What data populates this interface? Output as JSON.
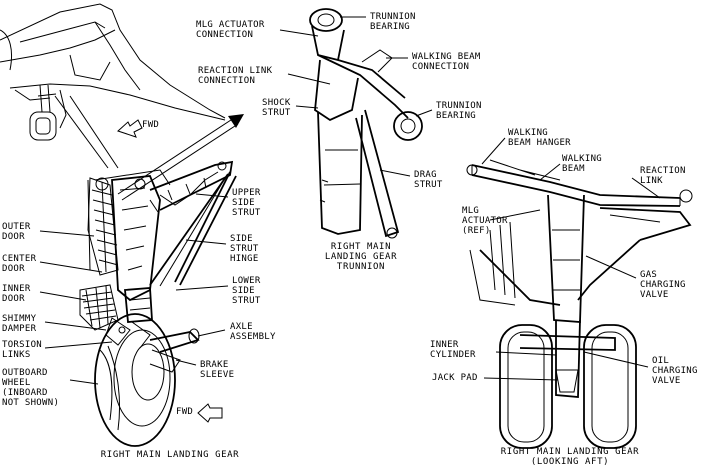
{
  "labels": {
    "mlg_actuator_connection": "MLG ACTUATOR\nCONNECTION",
    "trunnion_bearing_top": "TRUNNION\nBEARING",
    "walking_beam_connection": "WALKING BEAM\nCONNECTION",
    "reaction_link_connection": "REACTION LINK\nCONNECTION",
    "shock_strut": "SHOCK\nSTRUT",
    "trunnion_bearing_mid": "TRUNNION\nBEARING",
    "drag_strut": "DRAG\nSTRUT",
    "fwd_top": "FWD",
    "upper_side_strut": "UPPER\nSIDE\nSTRUT",
    "side_strut_hinge": "SIDE\nSTRUT\nHINGE",
    "lower_side_strut": "LOWER\nSIDE\nSTRUT",
    "outer_door": "OUTER\nDOOR",
    "center_door": "CENTER\nDOOR",
    "inner_door": "INNER\nDOOR",
    "shimmy_damper": "SHIMMY\nDAMPER",
    "torsion_links": "TORSION\nLINKS",
    "outboard_wheel": "OUTBOARD\nWHEEL\n(INBOARD\nNOT SHOWN)",
    "axle_assembly": "AXLE\nASSEMBLY",
    "brake_sleeve": "BRAKE\nSLEEVE",
    "fwd_bottom": "FWD",
    "walking_beam_hanger": "WALKING\nBEAM HANGER",
    "walking_beam": "WALKING\nBEAM",
    "reaction_link": "REACTION\nLINK",
    "mlg_actuator_ref": "MLG\nACTUATOR\n(REF)",
    "gas_charging_valve": "GAS\nCHARGING\nVALVE",
    "inner_cylinder": "INNER\nCYLINDER",
    "jack_pad": "JACK PAD",
    "oil_charging_valve": "OIL\nCHARGING\nVALVE"
  },
  "captions": {
    "trunnion": "RIGHT MAIN\nLANDING GEAR\nTRUNNION",
    "main_gear": "RIGHT MAIN LANDING GEAR",
    "looking_aft": "RIGHT MAIN LANDING GEAR\n(LOOKING AFT)"
  }
}
